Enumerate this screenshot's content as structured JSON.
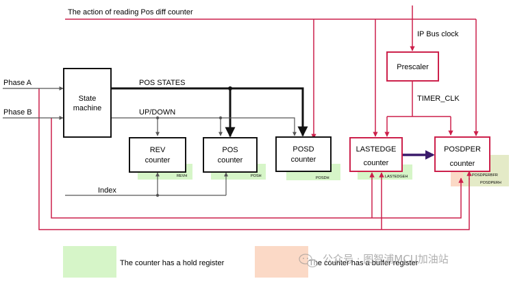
{
  "signals": {
    "read_action": "The action of reading Pos diff counter",
    "ip_bus_clock": "IP Bus clock",
    "timer_clk": "TIMER_CLK",
    "phase_a": "Phase A",
    "phase_b": "Phase B",
    "pos_states": "POS STATES",
    "up_down": "UP/DOWN",
    "index": "Index"
  },
  "blocks": {
    "state_machine": {
      "line1": "State",
      "line2": "machine"
    },
    "rev": {
      "line1": "REV",
      "line2": "counter",
      "register": "REVH"
    },
    "pos": {
      "line1": "POS",
      "line2": "counter",
      "register": "POSH"
    },
    "posd": {
      "line1": "POSD",
      "line2": "counter",
      "register": "POSDH"
    },
    "lastedge": {
      "line1": "LASTEDGE",
      "line2": "counter",
      "register": "LASTEDGEH"
    },
    "posdper": {
      "line1": "POSDPER",
      "line2": "counter",
      "register1": "POSDPERBFR",
      "register2": "POSDPERH"
    },
    "prescaler": {
      "label": "Prescaler"
    }
  },
  "legend": {
    "hold": "The counter has a hold register",
    "buffer": "The counter has a buffer register"
  },
  "watermark": "公众号 · 图智浦MCU加油站",
  "colors": {
    "red": "#cc1f4a",
    "hold_bg": "#d6f5c8",
    "buffer_bg": "#fbd9c6",
    "arrow_purple": "#3a1a6a",
    "line_gray": "#555555"
  }
}
